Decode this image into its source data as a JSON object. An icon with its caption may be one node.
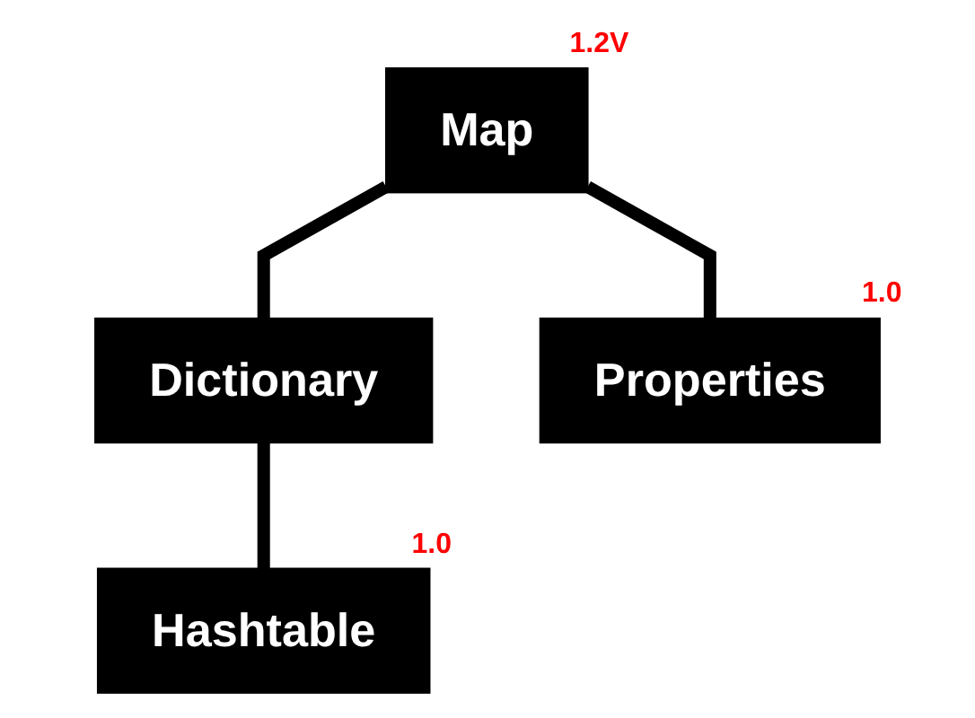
{
  "diagram": {
    "nodes": [
      {
        "text": [
          "Map"
        ],
        "beside": [
          "1.2V"
        ]
      },
      {
        "text": [
          "Dictionary"
        ]
      },
      {
        "text": [
          "Properties"
        ],
        "beside": [
          "1.0"
        ]
      },
      {
        "text": [
          "Hashtable"
        ],
        "beside": [
          "1.0"
        ]
      }
    ],
    "edges": [
      {
        "from": 0,
        "to": 1,
        "arrow": "none"
      },
      {
        "from": 0,
        "to": 2,
        "arrow": "none"
      },
      {
        "from": 1,
        "to": 3,
        "arrow": "none"
      }
    ]
  }
}
